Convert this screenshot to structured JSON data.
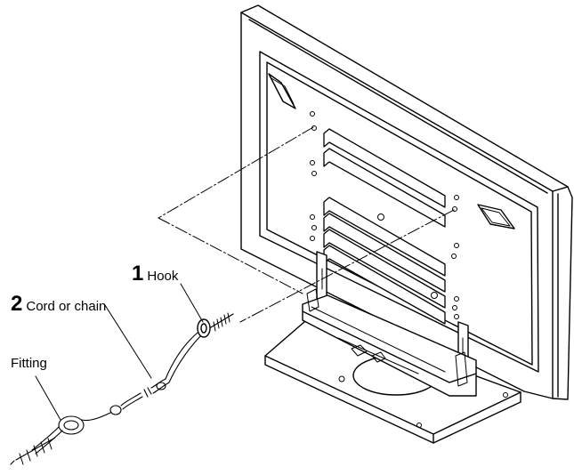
{
  "labels": {
    "hook": {
      "number": "1",
      "text": "Hook"
    },
    "cord": {
      "number": "2",
      "text": "Cord or chain"
    },
    "fitting": {
      "text": "Fitting"
    }
  },
  "colors": {
    "line": "#000000",
    "fill": "#ffffff"
  }
}
